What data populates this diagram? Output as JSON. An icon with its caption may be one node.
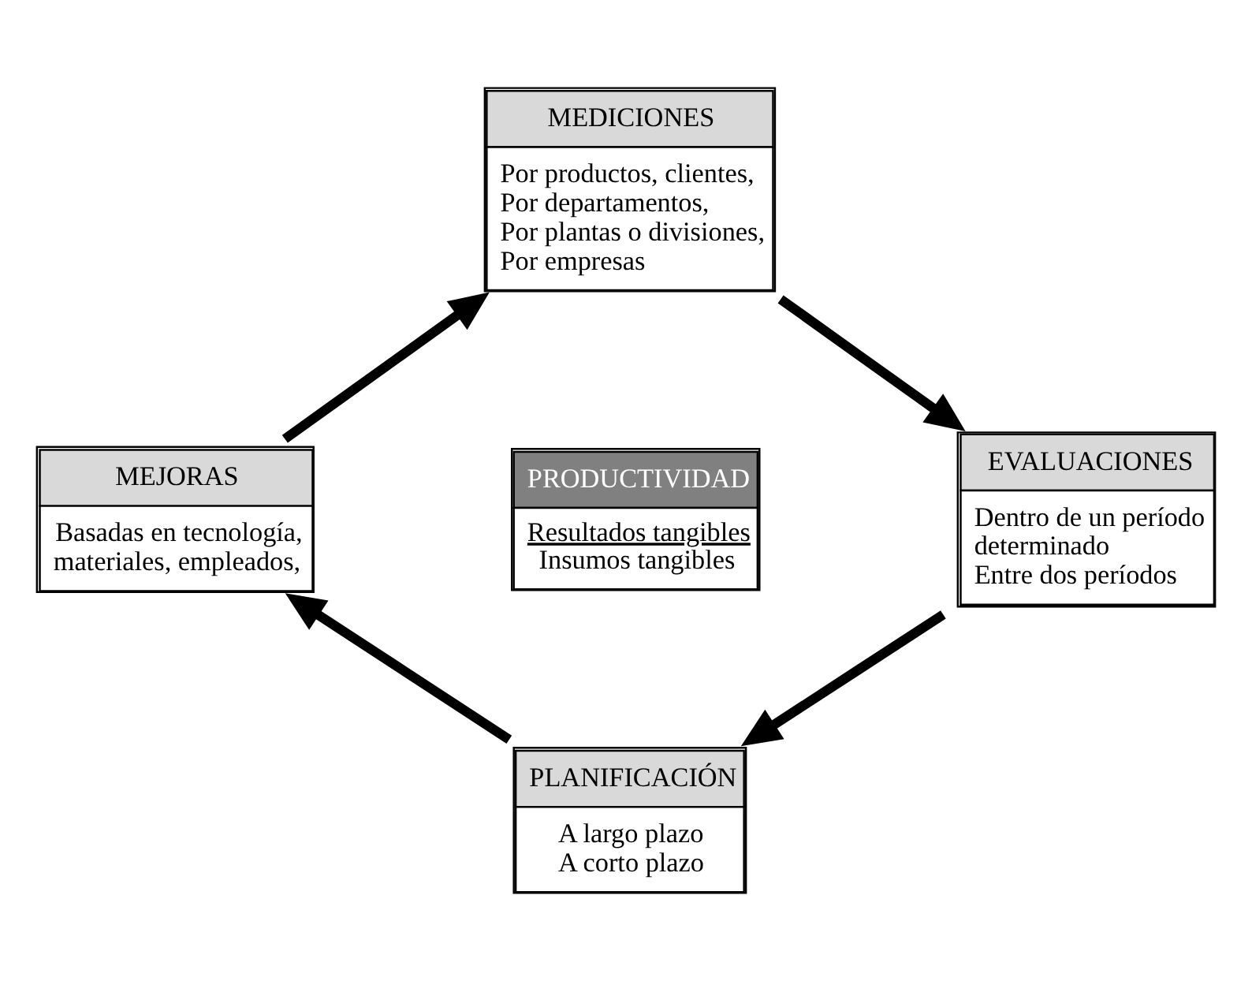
{
  "diagram": {
    "nodes": [
      {
        "text": [
          "MEDICIONES",
          "Por productos, clientes,",
          "Por departamentos,",
          "Por plantas o divisiones,",
          "Por empresas"
        ]
      },
      {
        "text": [
          "EVALUACIONES",
          "Dentro de un período determinado",
          "Entre dos períodos"
        ]
      },
      {
        "text": [
          "PLANIFICACIÓN",
          "A largo plazo",
          "A corto plazo"
        ]
      },
      {
        "text": [
          "MEJORAS",
          "Basadas en tecnología, materiales, empleados,"
        ]
      },
      {
        "text": [
          "PRODUCTIVIDAD",
          "Resultados tangibles",
          "Insumos tangibles"
        ]
      }
    ],
    "edges": [
      {
        "from": 0,
        "to": 1,
        "arrow": "to"
      },
      {
        "from": 1,
        "to": 2,
        "arrow": "to"
      },
      {
        "from": 2,
        "to": 3,
        "arrow": "to"
      },
      {
        "from": 3,
        "to": 0,
        "arrow": "to"
      }
    ]
  }
}
